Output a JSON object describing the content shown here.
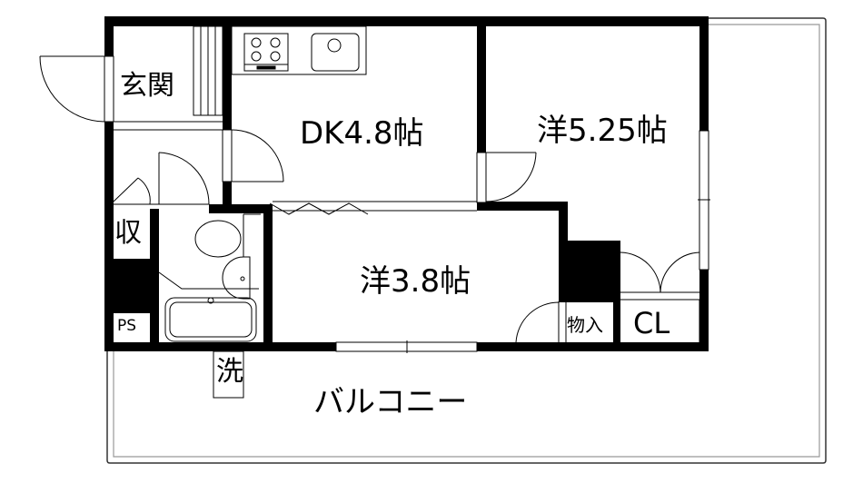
{
  "floor_plan": {
    "rooms": [
      {
        "id": "entrance",
        "label": "玄関"
      },
      {
        "id": "dining_kitchen",
        "label": "DK4.8帖"
      },
      {
        "id": "western_room_1",
        "label": "洋5.25帖"
      },
      {
        "id": "western_room_2",
        "label": "洋3.8帖"
      },
      {
        "id": "storage",
        "label": "収"
      },
      {
        "id": "pipe_space",
        "label": "PS"
      },
      {
        "id": "laundry",
        "label": "洗"
      },
      {
        "id": "closet_small",
        "label": "物入"
      },
      {
        "id": "closet",
        "label": "CL"
      },
      {
        "id": "balcony",
        "label": "バルコニー"
      }
    ],
    "fixtures": [
      "stove-4-burner",
      "kitchen-sink",
      "toilet",
      "wash-basin",
      "bathtub",
      "shoe-rack",
      "folding-door"
    ],
    "colors": {
      "wall": "#000000",
      "background": "#ffffff",
      "balcony_rail": "#888888"
    }
  }
}
